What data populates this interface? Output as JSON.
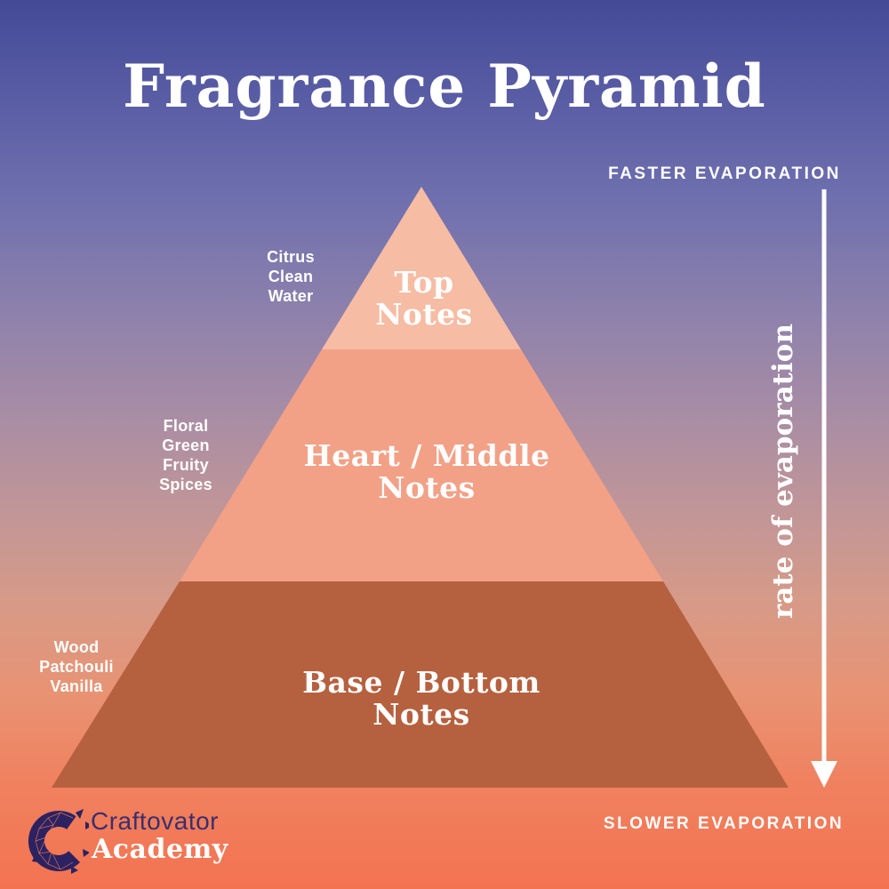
{
  "title": "Fragrance Pyramid",
  "evaporation": {
    "top_label": "FASTER EVAPORATION",
    "bottom_label": "SLOWER EVAPORATION",
    "axis_label": "rate of evaporation"
  },
  "pyramid": {
    "levels": [
      {
        "name": "Top Notes",
        "label_lines": [
          "Top",
          "Notes"
        ],
        "side_notes": [
          "Citrus",
          "Clean",
          "Water"
        ],
        "color": "#f6bca4"
      },
      {
        "name": "Heart / Middle Notes",
        "label_lines": [
          "Heart / Middle",
          "Notes"
        ],
        "side_notes": [
          "Floral",
          "Green",
          "Fruity",
          "Spices"
        ],
        "color": "#f2a187"
      },
      {
        "name": "Base / Bottom Notes",
        "label_lines": [
          "Base / Bottom",
          "Notes"
        ],
        "side_notes": [
          "Wood",
          "Patchouli",
          "Vanilla"
        ],
        "color": "#b5613f"
      }
    ]
  },
  "logo": {
    "brand": "Craftovator",
    "sub": "Academy"
  },
  "colors": {
    "background_top": "#454a97",
    "background_bottom": "#f37351",
    "text": "#ffffff",
    "logo_navy": "#2c2261",
    "logo_facet_line": "#f0815f",
    "brand_text": "#3a2f6e"
  }
}
